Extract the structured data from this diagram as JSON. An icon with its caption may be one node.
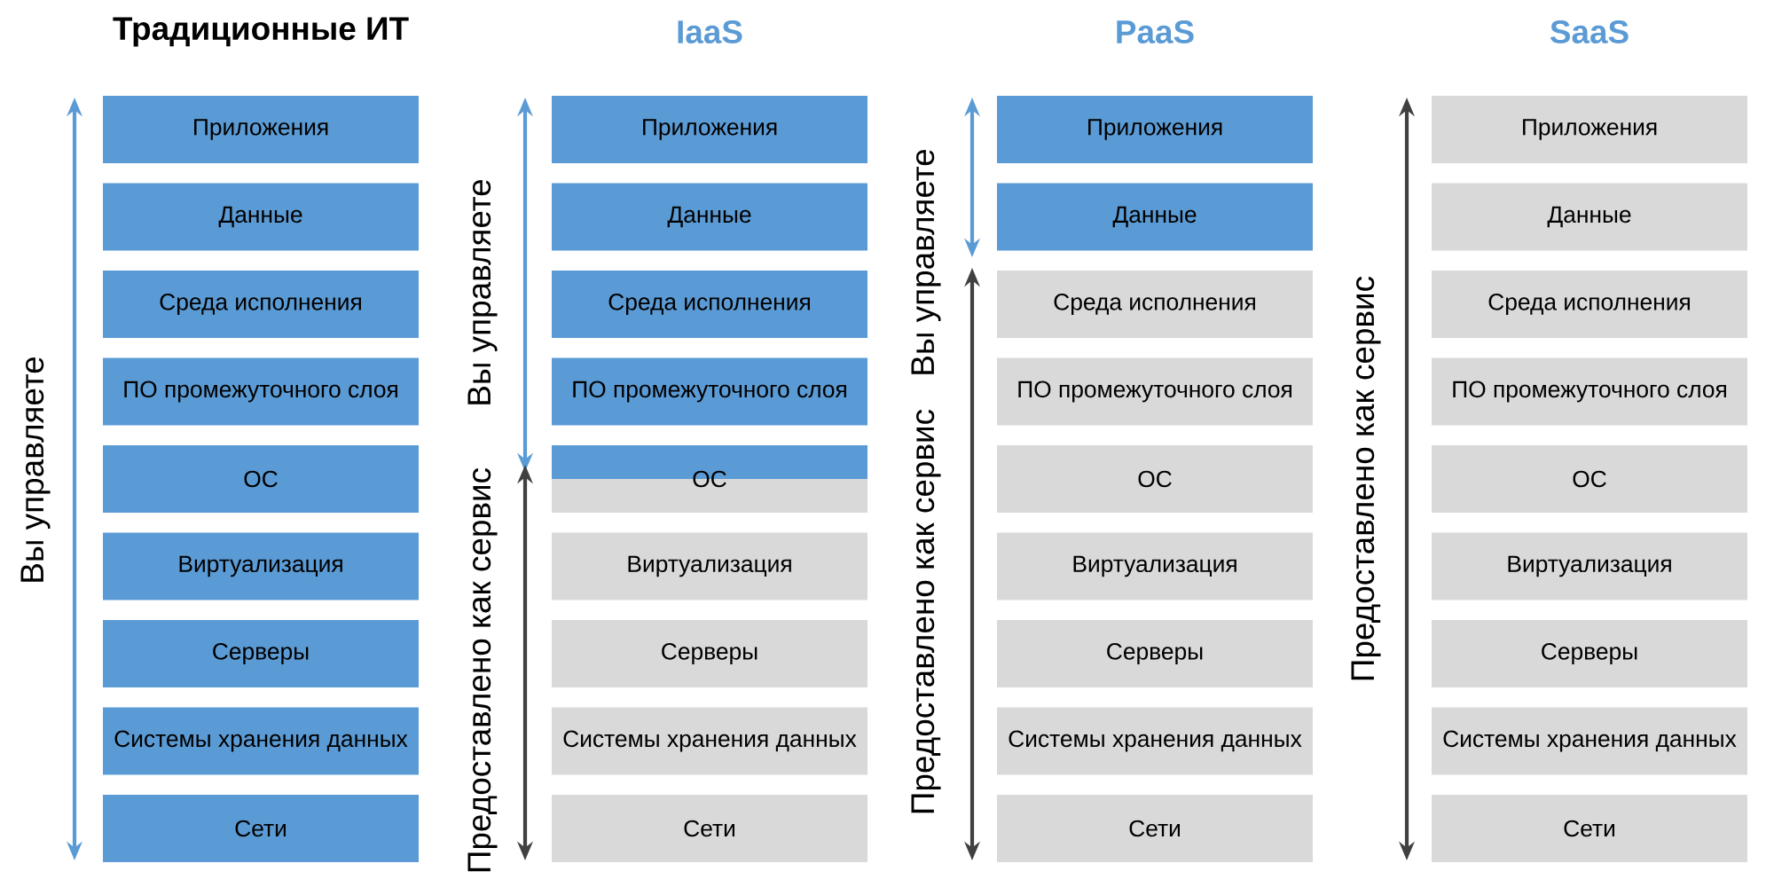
{
  "diagram": {
    "nodes": [
      {
        "text": [
          "Приложения"
        ]
      },
      {
        "text": [
          "Данные"
        ]
      },
      {
        "text": [
          "Среда исполнения"
        ]
      },
      {
        "text": [
          "ПО промежуточного слоя"
        ]
      },
      {
        "text": [
          "ОС"
        ]
      },
      {
        "text": [
          "Виртуализация"
        ]
      },
      {
        "text": [
          "Серверы"
        ]
      },
      {
        "text": [
          "Системы хранения данных"
        ]
      },
      {
        "text": [
          "Сети"
        ]
      },
      {
        "text": [
          "Приложения"
        ]
      },
      {
        "text": [
          "Данные"
        ]
      },
      {
        "text": [
          "Среда исполнения"
        ]
      },
      {
        "text": [
          "ПО промежуточного слоя"
        ]
      },
      {
        "text": [
          "ОС"
        ]
      },
      {
        "text": [
          "Виртуализация"
        ]
      },
      {
        "text": [
          "Серверы"
        ]
      },
      {
        "text": [
          "Системы хранения данных"
        ]
      },
      {
        "text": [
          "Сети"
        ]
      },
      {
        "text": [
          "Приложения"
        ]
      },
      {
        "text": [
          "Данные"
        ]
      },
      {
        "text": [
          "Среда исполнения"
        ]
      },
      {
        "text": [
          "ПО промежуточного слоя"
        ]
      },
      {
        "text": [
          "ОС"
        ]
      },
      {
        "text": [
          "Виртуализация"
        ]
      },
      {
        "text": [
          "Серверы"
        ]
      },
      {
        "text": [
          "Системы хранения данных"
        ]
      },
      {
        "text": [
          "Сети"
        ]
      },
      {
        "text": [
          "Приложения"
        ]
      },
      {
        "text": [
          "Данные"
        ]
      },
      {
        "text": [
          "Среда исполнения"
        ]
      },
      {
        "text": [
          "ПО промежуточного слоя"
        ]
      },
      {
        "text": [
          "ОС"
        ]
      },
      {
        "text": [
          "Виртуализация"
        ]
      },
      {
        "text": [
          "Серверы"
        ]
      },
      {
        "text": [
          "Системы хранения данных"
        ]
      },
      {
        "text": [
          "Сети"
        ]
      }
    ],
    "labels": [
      "Традиционные ИТ",
      "IaaS",
      "PaaS",
      "SaaS",
      "Вы управляете",
      "Вы управляете",
      "Предоставлено как сервис",
      "Вы управляете",
      "Предоставлено как сервис",
      "Предоставлено как сервис"
    ]
  }
}
